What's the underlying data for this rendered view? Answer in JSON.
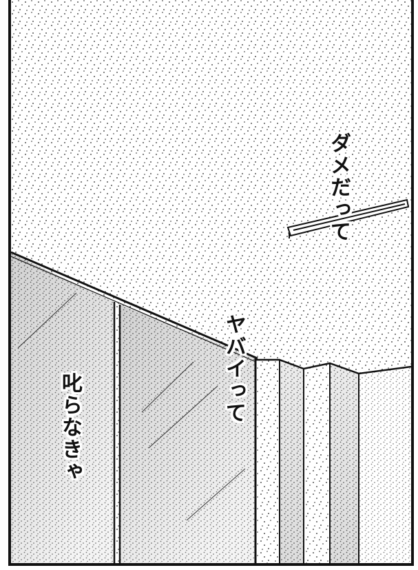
{
  "panel": {
    "dialogue": [
      {
        "text": "ダメだって"
      },
      {
        "text": "ヤバイって"
      },
      {
        "text": "叱らなきゃ"
      }
    ]
  }
}
